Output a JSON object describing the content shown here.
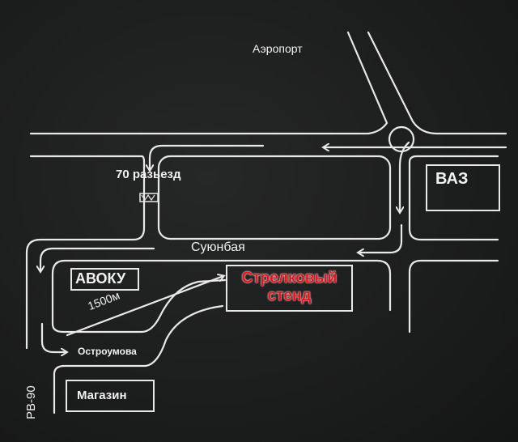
{
  "labels": {
    "airport": "Аэропорт",
    "crossing": "70 разьезд",
    "vaz": "ВАЗ",
    "street_main": "Суюнбая",
    "avoku": "АВОКУ",
    "target_line1": "Стрелковый",
    "target_line2": "стенд",
    "distance": "1500м",
    "street_side": "Остроумова",
    "road": "РВ-90",
    "shop": "Магазин"
  },
  "colors": {
    "background": "#1b1c1c",
    "road": "#e8e8e8",
    "target": "#e3141b"
  }
}
